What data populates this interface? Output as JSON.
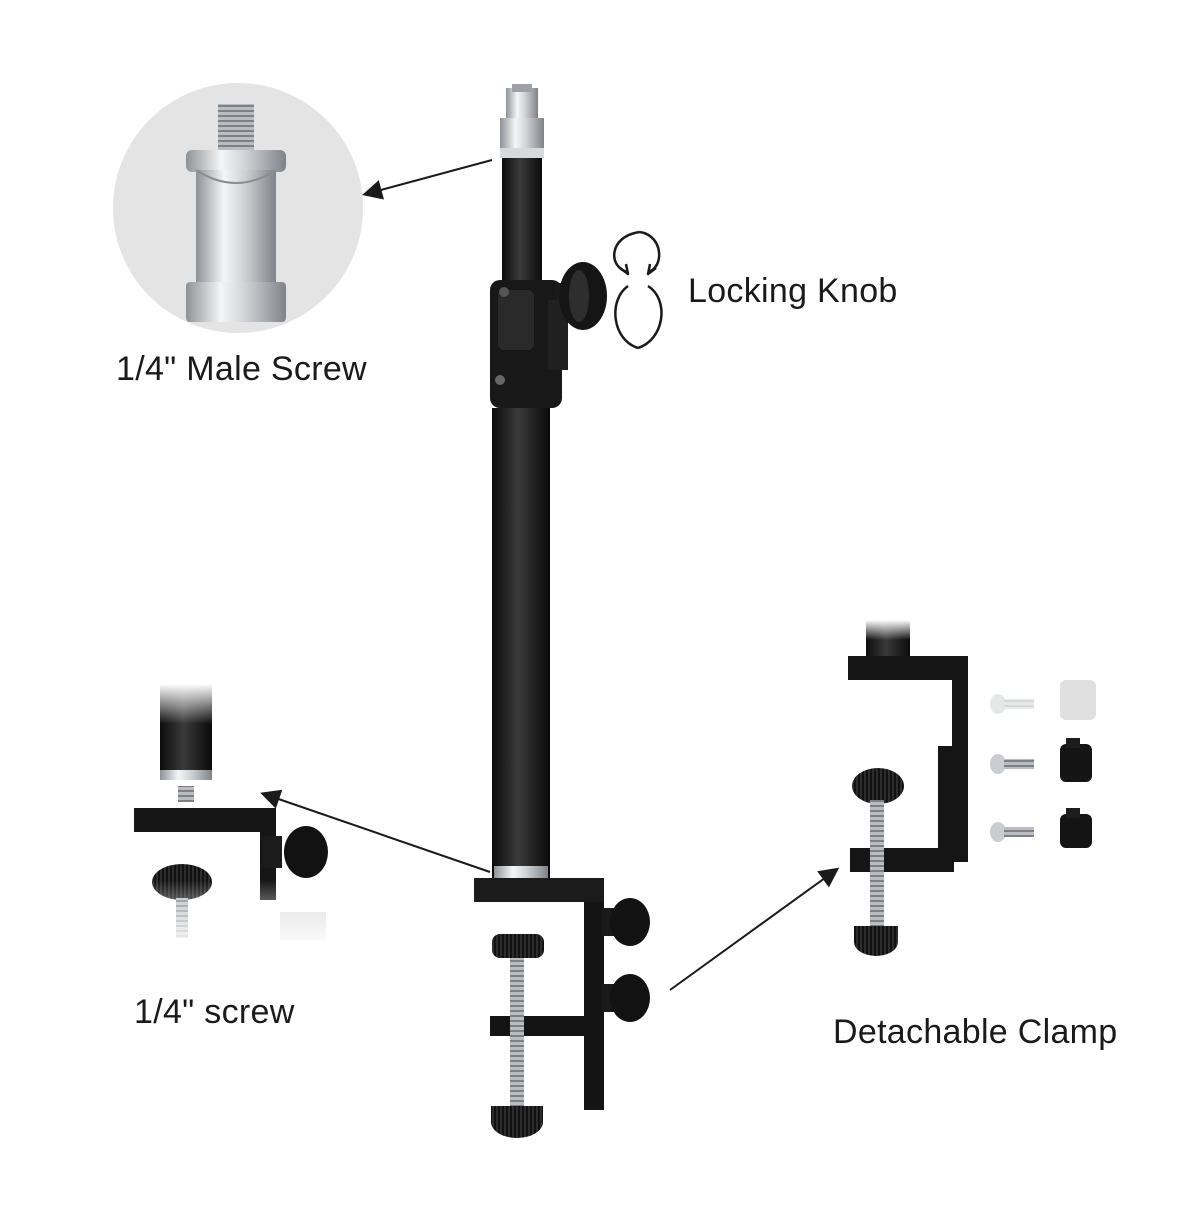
{
  "labels": {
    "male_screw": "1/4\" Male Screw",
    "locking_knob": "Locking Knob",
    "quarter_screw": "1/4\" screw",
    "detachable_clamp": "Detachable Clamp"
  },
  "colors": {
    "background": "#ffffff",
    "pole": "#141414",
    "metal": "#c9ccd0",
    "circle_bg": "#e4e4e4",
    "arrow": "#1a1a1a"
  },
  "icons": [
    "male-screw-icon",
    "rotation-arrows-icon"
  ]
}
